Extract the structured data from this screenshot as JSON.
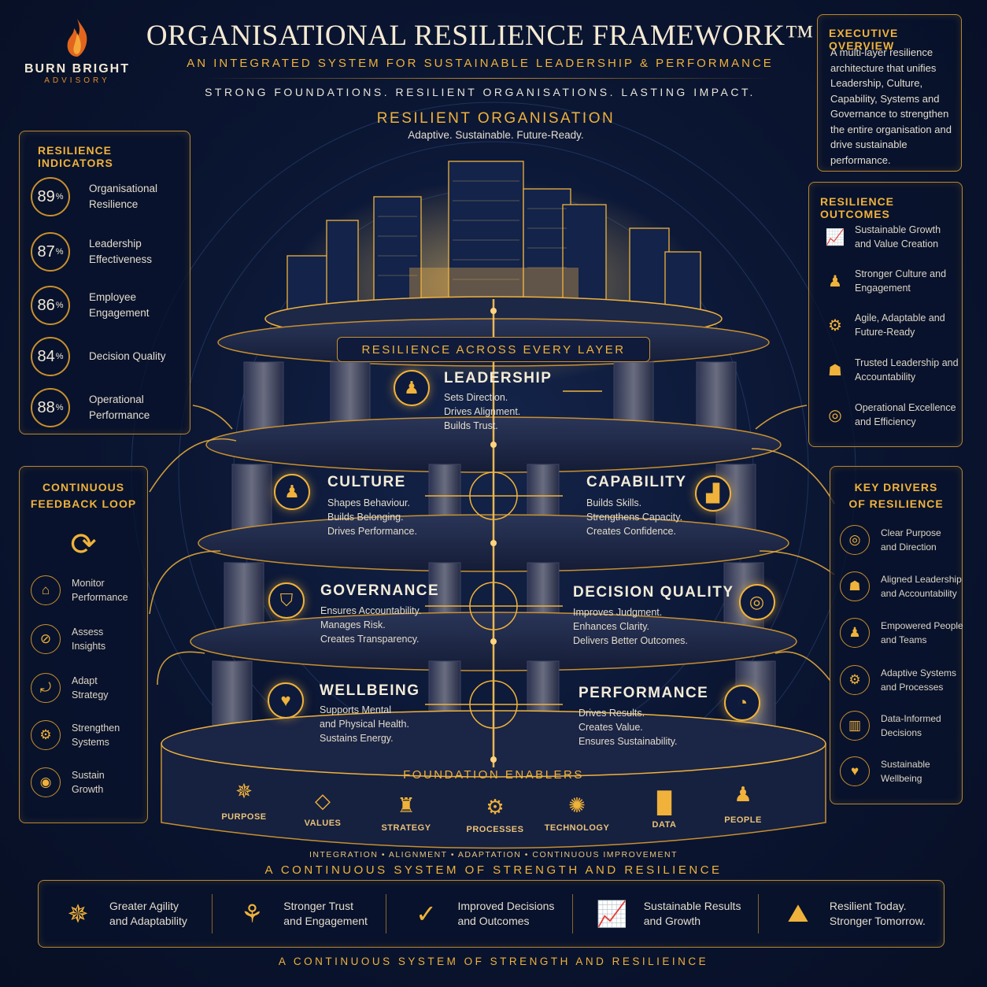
{
  "brand": {
    "name": "BURN BRIGHT",
    "sub": "ADVISORY"
  },
  "header": {
    "title": "ORGANISATIONAL RESILIENCE FRAMEWORK™",
    "subtitle": "AN INTEGRATED SYSTEM FOR SUSTAINABLE LEADERSHIP & PERFORMANCE",
    "tagline": "STRONG FOUNDATIONS. RESILIENT ORGANISATIONS. LASTING IMPACT."
  },
  "executive": {
    "title": "EXECUTIVE OVERVIEW",
    "text": "A multi-layer resilience architecture that unifies Leadership, Culture, Capability, Systems and Governance to strengthen the entire organisation and drive sustainable performance."
  },
  "indicators": {
    "title": "RESILIENCE INDICATORS",
    "items": [
      {
        "value": "89",
        "unit": "%",
        "label": "Organisational Resilience"
      },
      {
        "value": "87",
        "unit": "%",
        "label": "Leadership Effectiveness"
      },
      {
        "value": "86",
        "unit": "%",
        "label": "Employee Engagement"
      },
      {
        "value": "84",
        "unit": "%",
        "label": "Decision Quality"
      },
      {
        "value": "88",
        "unit": "%",
        "label": "Operational Performance"
      }
    ]
  },
  "outcomes": {
    "title": "RESILIENCE OUTCOMES",
    "items": [
      {
        "icon": "growth-chart-icon",
        "label": "Sustainable Growth and Value Creation"
      },
      {
        "icon": "people-icon",
        "label": "Stronger Culture and Engagement"
      },
      {
        "icon": "gear-icon",
        "label": "Agile, Adaptable and Future-Ready"
      },
      {
        "icon": "leader-icon",
        "label": "Trusted Leadership and Accountability"
      },
      {
        "icon": "target-icon",
        "label": "Operational Excellence and Efficiency"
      }
    ]
  },
  "feedback": {
    "title_line1": "CONTINUOUS",
    "title_line2": "FEEDBACK LOOP",
    "items": [
      {
        "icon": "monitor-icon",
        "label": "Monitor Performance"
      },
      {
        "icon": "assess-icon",
        "label": "Assess Insights"
      },
      {
        "icon": "adapt-icon",
        "label": "Adapt Strategy"
      },
      {
        "icon": "strengthen-icon",
        "label": "Strengthen Systems"
      },
      {
        "icon": "sustain-icon",
        "label": "Sustain Growth"
      }
    ]
  },
  "drivers": {
    "title_line1": "KEY DRIVERS",
    "title_line2": "OF RESILIENCE",
    "items": [
      {
        "icon": "target-icon",
        "label": "Clear Purpose and Direction"
      },
      {
        "icon": "leader-icon",
        "label": "Aligned Leadership and Accountability"
      },
      {
        "icon": "team-icon",
        "label": "Empowered People and Teams"
      },
      {
        "icon": "gear-icon",
        "label": "Adaptive Systems and Processes"
      },
      {
        "icon": "chart-icon",
        "label": "Data-Informed Decisions"
      },
      {
        "icon": "heart-icon",
        "label": "Sustainable Wellbeing"
      }
    ]
  },
  "center": {
    "top_title": "RESILIENT ORGANISATION",
    "top_sub": "Adaptive. Sustainable. Future-Ready.",
    "banner": "RESILIENCE ACROSS EVERY LAYER",
    "layers": {
      "leadership": {
        "title": "LEADERSHIP",
        "lines": [
          "Sets Direction.",
          "Drives Alignment.",
          "Builds Trust."
        ]
      },
      "culture": {
        "title": "CULTURE",
        "lines": [
          "Shapes Behaviour.",
          "Builds Belonging.",
          "Drives Performance."
        ]
      },
      "capability": {
        "title": "CAPABILITY",
        "lines": [
          "Builds Skills.",
          "Strengthens Capacity.",
          "Creates Confidence."
        ]
      },
      "governance": {
        "title": "GOVERNANCE",
        "lines": [
          "Ensures Accountability.",
          "Manages Risk.",
          "Creates Transparency."
        ]
      },
      "decision": {
        "title": "DECISION QUALITY",
        "lines": [
          "Improves Judgment.",
          "Enhances Clarity.",
          "Delivers Better Outcomes."
        ]
      },
      "wellbeing": {
        "title": "WELLBEING",
        "lines": [
          "Supports Mental",
          "and Physical Health.",
          "Sustains Energy."
        ]
      },
      "performance": {
        "title": "PERFORMANCE",
        "lines": [
          "Drives Results.",
          "Creates Value.",
          "Ensures Sustainability."
        ]
      }
    },
    "foundation_title": "FOUNDATION ENABLERS",
    "enablers": [
      {
        "icon": "compass-icon",
        "label": "PURPOSE"
      },
      {
        "icon": "diamond-icon",
        "label": "VALUES"
      },
      {
        "icon": "chess-icon",
        "label": "STRATEGY"
      },
      {
        "icon": "gear-icon",
        "label": "PROCESSES"
      },
      {
        "icon": "network-icon",
        "label": "TECHNOLOGY"
      },
      {
        "icon": "bar-chart-icon",
        "label": "DATA"
      },
      {
        "icon": "people-icon",
        "label": "PEOPLE"
      }
    ],
    "base_line": "INTEGRATION • ALIGNMENT • ADAPTATION • CONTINUOUS IMPROVEMENT",
    "base_slogan": "A CONTINUOUS SYSTEM OF STRENGTH AND RESILIENCE"
  },
  "bottom": {
    "items": [
      {
        "icon": "compass-icon",
        "label": "Greater Agility and Adaptability"
      },
      {
        "icon": "handshake-icon",
        "label": "Stronger Trust and Engagement"
      },
      {
        "icon": "check-icon",
        "label": "Improved Decisions and Outcomes"
      },
      {
        "icon": "growth-chart-icon",
        "label": "Sustainable Results and Growth"
      },
      {
        "icon": "mountain-icon",
        "label": "Resilient Today. Stronger Tomorrow."
      }
    ],
    "footer": "A CONTINUOUS SYSTEM OF STRENGTH AND RESILIEINCE"
  }
}
